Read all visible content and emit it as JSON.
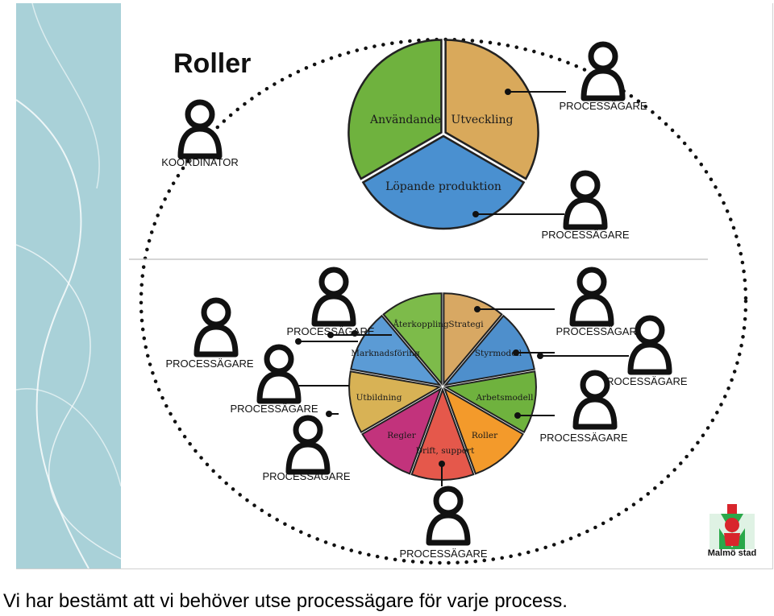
{
  "title": "Roller",
  "top_wheel": {
    "segments": [
      {
        "label": "Användande",
        "color": "#6fb23e"
      },
      {
        "label": "Utveckling",
        "color": "#d9a95b"
      },
      {
        "label": "Löpande produktion",
        "color": "#4a90d0"
      }
    ]
  },
  "bottom_wheel": {
    "segments": [
      {
        "label": "Återkoppling",
        "color": "#7dbb4a"
      },
      {
        "label": "Strategi",
        "color": "#d8a863"
      },
      {
        "label": "Styrmodell",
        "color": "#4e8fcc"
      },
      {
        "label": "Arbetsmodell",
        "color": "#6fb23e"
      },
      {
        "label": "Roller",
        "color": "#f39a2b"
      },
      {
        "label": "Drift, support",
        "color": "#e5584b"
      },
      {
        "label": "Regler",
        "color": "#c2337c"
      },
      {
        "label": "Utbildning",
        "color": "#d8b255"
      },
      {
        "label": "Marknadsföring",
        "color": "#5b9bd5"
      }
    ]
  },
  "people": {
    "koordinator": "KOORDINATOR",
    "owner_label": "PROCESSÄGARE"
  },
  "logo_text": "Malmö stad",
  "caption": "Vi har bestämt att vi behöver utse processägare för varje process."
}
